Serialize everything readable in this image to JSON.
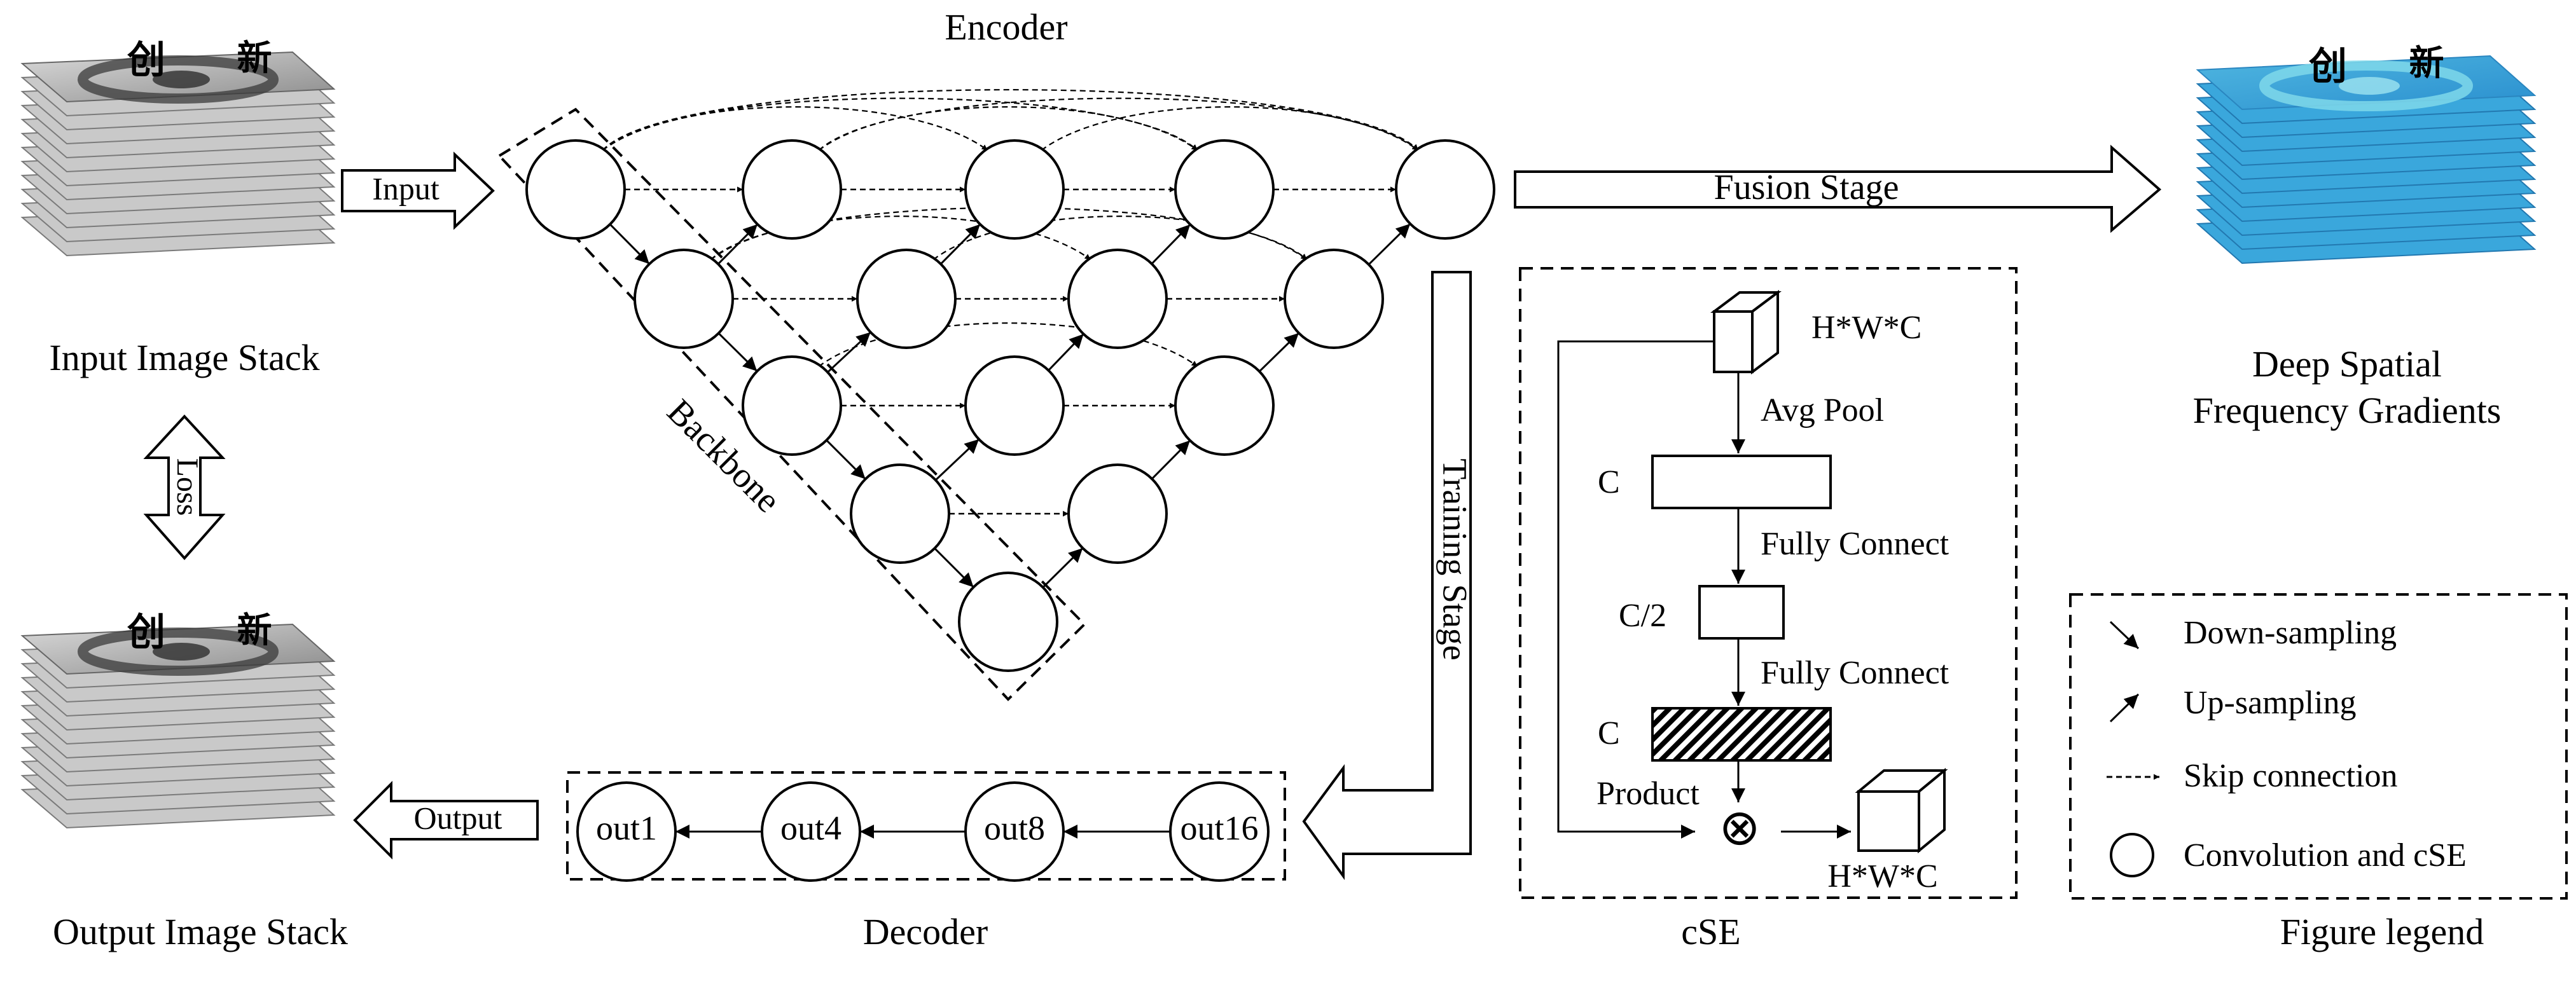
{
  "labels": {
    "encoder": "Encoder",
    "decoder": "Decoder",
    "backbone": "Backbone",
    "input_arrow": "Input",
    "output_arrow": "Output",
    "loss_arrow": "Loss",
    "fusion_stage": "Fusion Stage",
    "training_stage": "Training Stage",
    "input_stack_caption": "Input Image Stack",
    "output_stack_caption": "Output Image Stack",
    "result_caption_line1": "Deep Spatial",
    "result_caption_line2": "Frequency Gradients",
    "cse_caption": "cSE",
    "legend_caption": "Figure legend",
    "stack_glyph_1": "创",
    "stack_glyph_2": "新"
  },
  "decoder_nodes": [
    "out16",
    "out8",
    "out4",
    "out1"
  ],
  "cse": {
    "input_dim": "H*W*C",
    "avg_pool": "Avg Pool",
    "c1": "C",
    "fc1": "Fully Connect",
    "c_half": "C/2",
    "fc2": "Fully Connect",
    "c2": "C",
    "product": "Product",
    "multiply_symbol": "⊗",
    "output_dim": "H*W*C"
  },
  "legend": {
    "down": "Down-sampling",
    "up": "Up-sampling",
    "skip": "Skip connection",
    "conv": "Convolution and cSE"
  },
  "colors": {
    "line": "#000000",
    "stack_gray": "#9a9a9a",
    "gradient_blue": "#2f9fd6",
    "gradient_cyan": "#6fd0e6"
  }
}
